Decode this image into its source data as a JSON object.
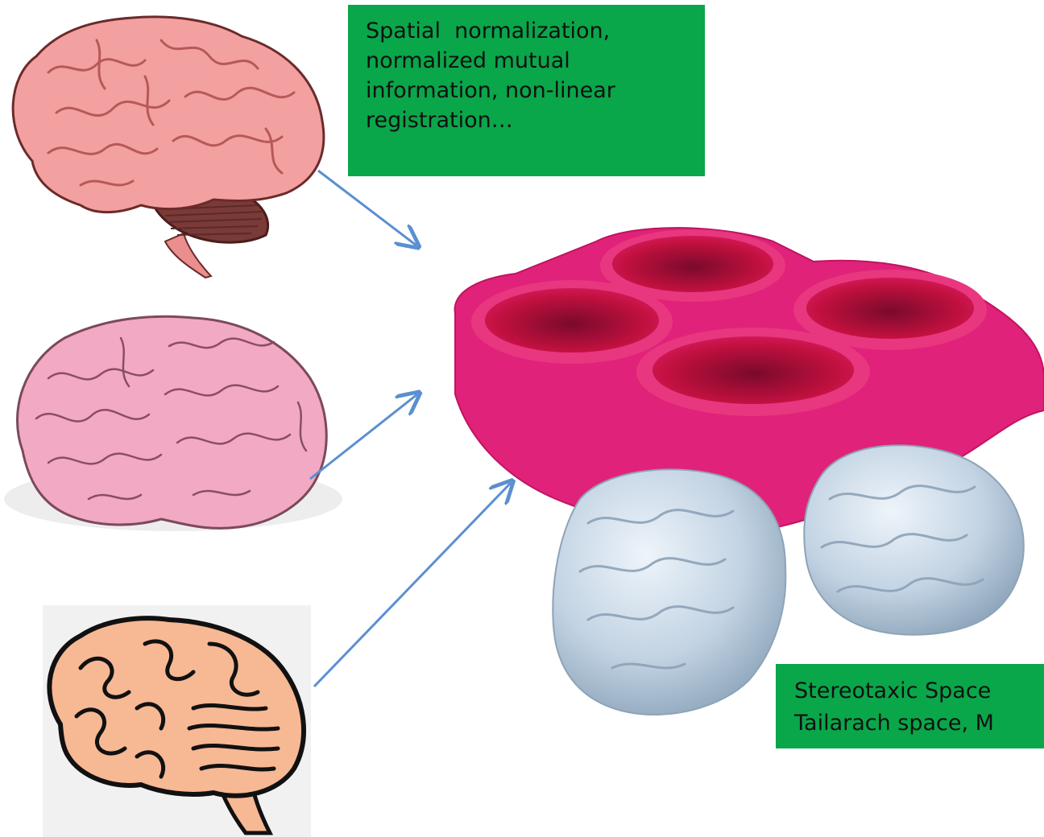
{
  "colors": {
    "label_box_bg": "#0aa64a",
    "arrow": "#5b8fd1",
    "brain_top": "#f3a0a0",
    "brain_middle": "#f2a9c4",
    "brain_bottom": "#f7b894",
    "mold": "#e0227a",
    "ice": "#c9d8e6"
  },
  "labels": {
    "top": {
      "lines": [
        "Spatial  normalization,",
        "normalized mutual",
        "information, non-linear",
        "registration…"
      ]
    },
    "bottom": {
      "lines": [
        "Stereotaxic Space",
        "Tailarach space, M"
      ]
    }
  },
  "images": [
    {
      "name": "realistic-brain-illustration",
      "icon": "brain-icon"
    },
    {
      "name": "pink-brain-illustration",
      "icon": "brain-icon"
    },
    {
      "name": "cartoon-brain-illustration",
      "icon": "brain-icon"
    },
    {
      "name": "brain-ice-mold-tray",
      "icon": "mold-icon"
    },
    {
      "name": "ice-brain-cubes",
      "icon": "ice-brain-icon"
    }
  ]
}
